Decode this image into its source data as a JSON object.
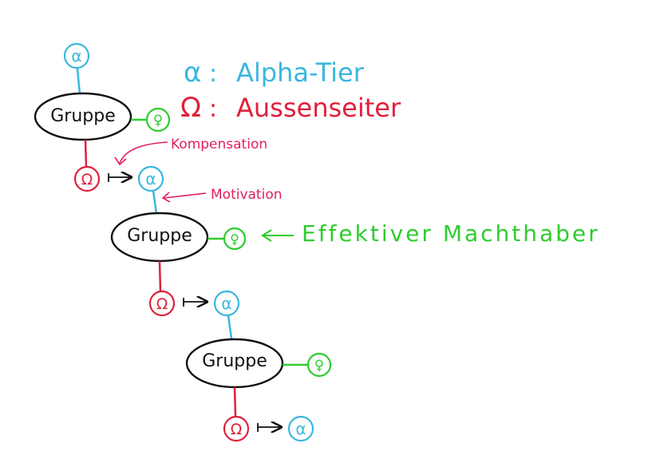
{
  "colors": {
    "alpha": "#3ab7e0",
    "omega": "#e0203a",
    "female": "#2ecc2e",
    "ink": "#111111",
    "annotation": "#e0205a"
  },
  "legend": {
    "alpha_symbol": "α",
    "alpha_sep": ":",
    "alpha_text": "Alpha-Tier",
    "omega_symbol": "Ω",
    "omega_sep": ":",
    "omega_text": "Aussenseiter"
  },
  "symbols": {
    "alpha": "α",
    "omega": "Ω",
    "female": "♀"
  },
  "groups": [
    {
      "label": "Gruppe"
    },
    {
      "label": "Gruppe"
    },
    {
      "label": "Gruppe"
    }
  ],
  "annotations": {
    "kompensation": "Kompensation",
    "motivation": "Motivation",
    "effective_power": "Effektiver Machthaber"
  }
}
